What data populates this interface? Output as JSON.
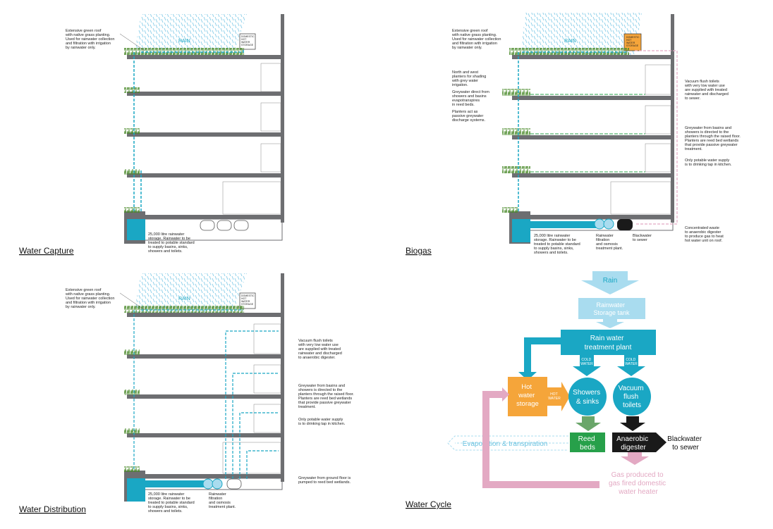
{
  "panels": {
    "capture": {
      "title": "Water Capture",
      "roof_note": [
        "Extensive green roof",
        "with native grass planting.",
        "Used for rainwater collection",
        "and filtration with irrigation",
        "by rainwater only."
      ],
      "rain": "RAIN",
      "hot_water_box": [
        "DOMESTIC",
        "HOT",
        "WATER",
        "STORAGE"
      ],
      "storage_note": [
        "25,000 litre rainwater",
        "storage. Rainwater to be",
        "treated to potable standard",
        "to supply basins, sinks,",
        "showers and toilets."
      ]
    },
    "biogas": {
      "title": "Biogas",
      "roof_note": [
        "Extensive green roof",
        "with native grass planting.",
        "Used for rainwater collection",
        "and filtration with irrigation",
        "by rainwater only."
      ],
      "rain": "RAIN",
      "hot_water_box": [
        "DOMESTIC",
        "HOT",
        "WATER",
        "STORAGE"
      ],
      "planter_note": [
        "North and west",
        "planters for shading",
        "with grey water",
        "irrigation."
      ],
      "greywater_note": [
        "Greywater direct from",
        "showers and basins",
        "evapotranspires",
        "in reed beds."
      ],
      "planters_note": [
        "Planters act as",
        "passive greywater",
        "discharge systems."
      ],
      "vacuum_note": [
        "Vacuum flush toilets",
        "with very low water use",
        "are supplied with treated",
        "rainwater and discharged",
        "to sewer."
      ],
      "greywater_basins_note": [
        "Greywater from basins and",
        "showers is directed to the",
        "planters through the raised floor.",
        "Planters are reed bed wetlands",
        "that provide passive greywater",
        "treatment."
      ],
      "potable_note": [
        "Only potable water supply",
        "is to drinking tap in kitchen."
      ],
      "storage_note": [
        "25,000 litre rainwater",
        "storage. Rainwater to be",
        "treated to potable standard",
        "to supply basins, sinks,",
        "showers and toilets."
      ],
      "filtration_note": [
        "Rainwater",
        "filtration",
        "and osmosis",
        "treatment plant."
      ],
      "blackwater_note": [
        "Blackwater",
        "to sewer"
      ],
      "concentrated_note": [
        "Concentrated waste",
        "to anaerobic digester",
        "to produce gas to heat",
        "hot water unit on roof."
      ]
    },
    "distribution": {
      "title": "Water Distribution",
      "roof_note": [
        "Extensive green roof",
        "with native grass planting.",
        "Used for rainwater collection",
        "and filtration with irrigation",
        "by rainwater only."
      ],
      "rain": "RAIN",
      "hot_water_box": [
        "DOMESTIC",
        "HOT",
        "WATER",
        "STORAGE"
      ],
      "vacuum_note": [
        "Vacuum flush toilets",
        "with very low water use",
        "are supplied with treated",
        "rainwater and discharged",
        "to anaerobic digester."
      ],
      "greywater_basins_note": [
        "Greywater from basins and",
        "showers is directed to the",
        "planters through the raised floor.",
        "Planters are reed bed wetlands",
        "that provide passive greywater",
        "treatment."
      ],
      "potable_note": [
        "Only potable water supply",
        "is to drinking tap in kitchen."
      ],
      "ground_note": [
        "Greywater from ground floor is",
        "pumped to reed bed wetlands."
      ],
      "storage_note": [
        "25,000 litre rainwater",
        "storage. Rainwater to be",
        "treated to potable standard",
        "to supply basins, sinks,",
        "showers and toilets."
      ],
      "filtration_note": [
        "Rainwater",
        "filtration",
        "and osmosis",
        "treatment plant."
      ]
    },
    "cycle": {
      "title": "Water Cycle",
      "rain": "Rain",
      "storage_tank": [
        "Rainwater",
        "Storage tank"
      ],
      "treatment_plant": [
        "Rain water",
        "treatment plant"
      ],
      "cold_water_1": [
        "COLD",
        "WATER"
      ],
      "cold_water_2": [
        "COLD",
        "WATER"
      ],
      "hot_storage": [
        "Hot",
        "water",
        "storage"
      ],
      "hot_water_arrow": [
        "HOT",
        "WATER"
      ],
      "showers": [
        "Showers",
        "& sinks"
      ],
      "toilets": [
        "Vacuum",
        "flush",
        "toilets"
      ],
      "reed_beds": [
        "Reed",
        "beds"
      ],
      "digester": [
        "Anaerobic",
        "digester"
      ],
      "blackwater": [
        "Blackwater",
        "to sewer"
      ],
      "evaporation": "Evaporation & transpiration",
      "gas": [
        "Gas produced to",
        "gas fired domestic",
        "water heater"
      ]
    }
  },
  "colors": {
    "cyan": "#1aa7c4",
    "light_blue": "#a9dcef",
    "orange": "#f5a53a",
    "green": "#27a04a",
    "black": "#1a1a1a",
    "pink": "#e3a9c3",
    "grey": "#6d6e71"
  }
}
